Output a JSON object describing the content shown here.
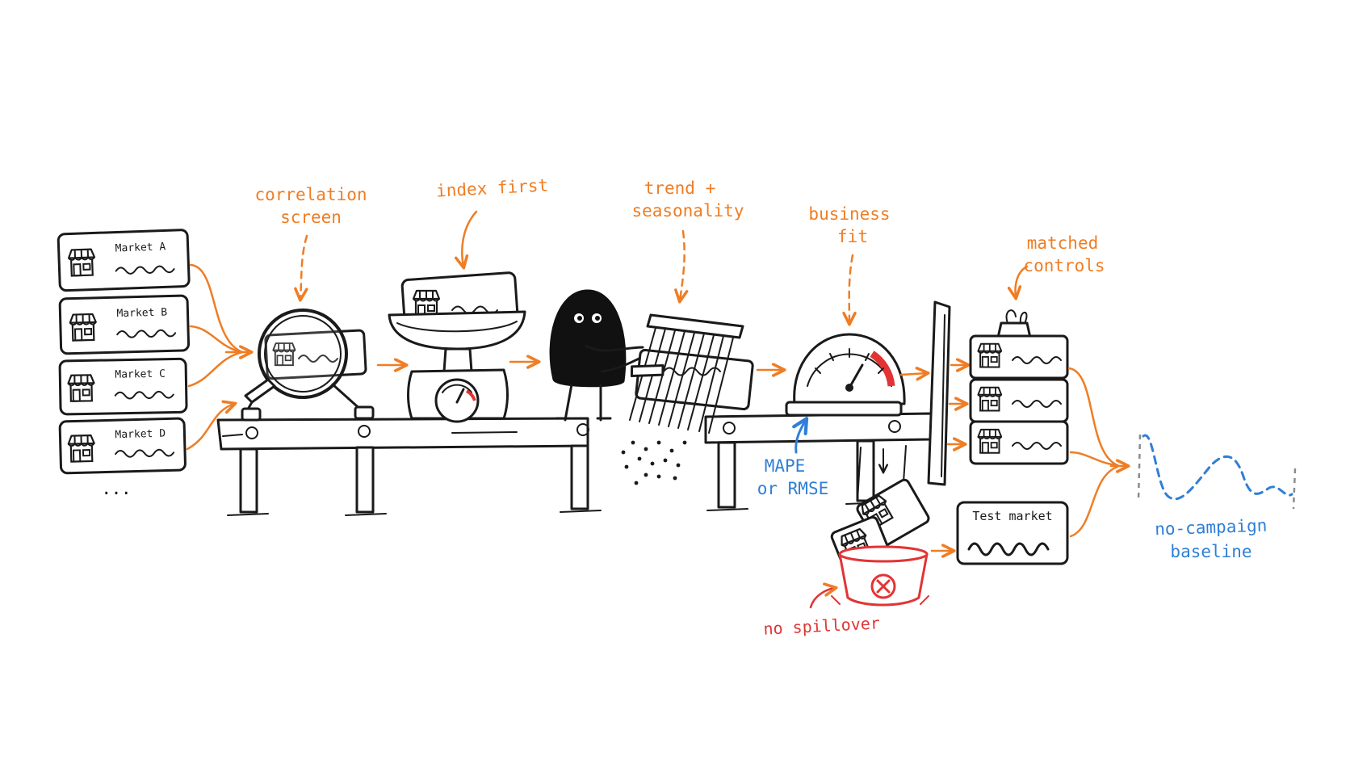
{
  "colors": {
    "ink": "#1a1a1a",
    "annotation_orange": "#ef7d24",
    "metric_blue": "#2f7fd6",
    "reject_red": "#e23434"
  },
  "markets": [
    {
      "label": "Market A"
    },
    {
      "label": "Market B"
    },
    {
      "label": "Market C"
    },
    {
      "label": "Market D"
    }
  ],
  "markets_more": "...",
  "steps": {
    "correlation": {
      "line1": "correlation",
      "line2": "screen"
    },
    "index": {
      "line1": "index first"
    },
    "trend": {
      "line1": "trend +",
      "line2": "seasonality"
    },
    "business": {
      "line1": "business",
      "line2": "fit"
    },
    "matched": {
      "line1": "matched",
      "line2": "controls"
    }
  },
  "metric": {
    "line1": "MAPE",
    "line2": "or RMSE"
  },
  "reject": {
    "label": "no spillover"
  },
  "test_market": {
    "label": "Test market"
  },
  "baseline": {
    "line1": "no-campaign",
    "line2": "baseline"
  },
  "icons": [
    "storefront-icon",
    "magnifying-glass-icon",
    "kitchen-scale-icon",
    "comb-icon",
    "speedometer-icon",
    "binder-clip-icon",
    "reject-x-icon"
  ]
}
